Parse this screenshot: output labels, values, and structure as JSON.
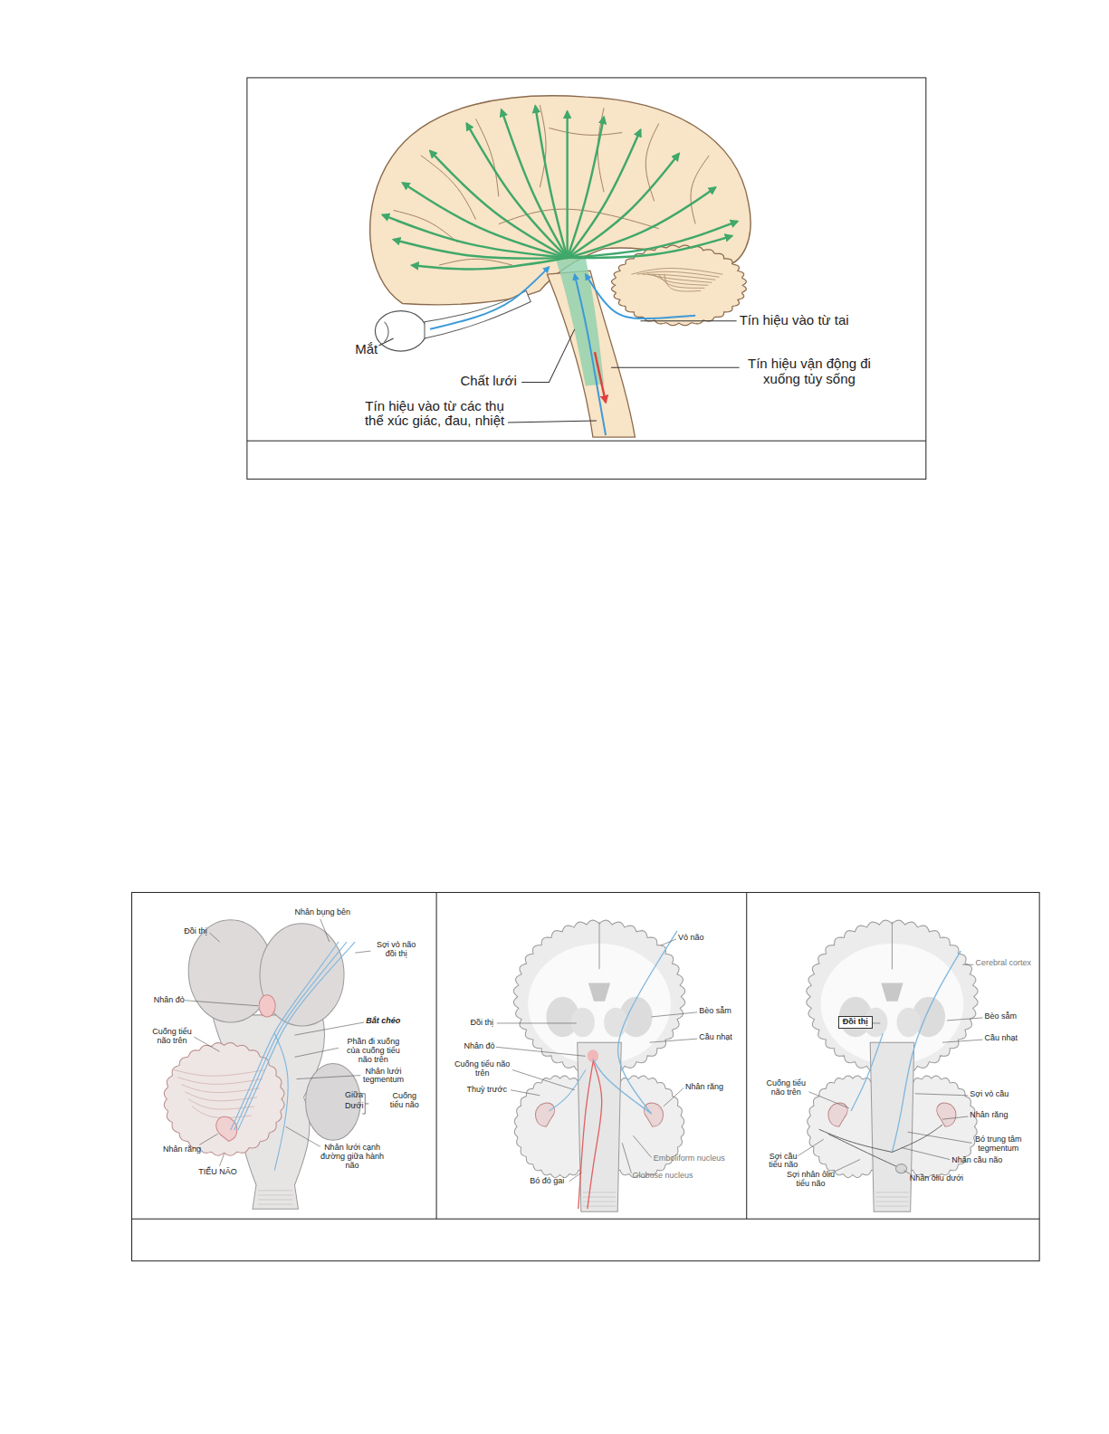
{
  "diagram": {
    "labels": [
      "Tín hiệu vào từ tai",
      "Mắt",
      "Tín hiệu vận động đi xuống tủy sống",
      "Chất lưới",
      "Tín hiệu vào từ các thụ thể xúc giác, đau, nhiệt",
      "Nhân bụng bên",
      "Đồi thị",
      "Sợi vỏ não đồi thị",
      "Nhân đỏ",
      "Cuống tiểu não trên",
      "Bắt chéo",
      "Phần đi xuống của cuống tiểu não trên",
      "Nhân lưới tegmentum",
      "Giữa",
      "Dưới",
      "Cuống tiểu não",
      "Nhân răng",
      "TIỂU NÃO",
      "Nhân lưới cạnh đường giữa hành não",
      "Vỏ não",
      "Đồi thị",
      "Bèo sẫm",
      "Nhân đỏ",
      "Cầu nhạt",
      "Cuống tiểu não trên",
      "Thuỳ trước",
      "Nhân răng",
      "Emboliform nucleus",
      "Globose nucleus",
      "Bó đỏ gai",
      "Cerebral cortex",
      "Đồi thị",
      "Bèo sẫm",
      "Cầu nhạt",
      "Cuống tiểu não trên",
      "Sợi vỏ cầu",
      "Nhân răng",
      "Bó trung tâm tegmentum",
      "Nhân cầu não",
      "Sợi cầu tiểu não",
      "Sợi nhân ôliu tiểu não",
      "Nhân ôliu dưới"
    ]
  }
}
